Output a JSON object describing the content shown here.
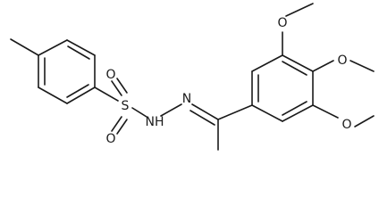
{
  "diagram": {
    "atoms": {
      "sulfur": "S",
      "sulfonyl_oxygen_top": "O",
      "sulfonyl_oxygen_bottom": "O",
      "hydrazone_nh": "NH",
      "hydrazone_n": "N",
      "methoxy_oxygen_3": "O",
      "methoxy_oxygen_4": "O",
      "methoxy_oxygen_5": "O"
    }
  }
}
